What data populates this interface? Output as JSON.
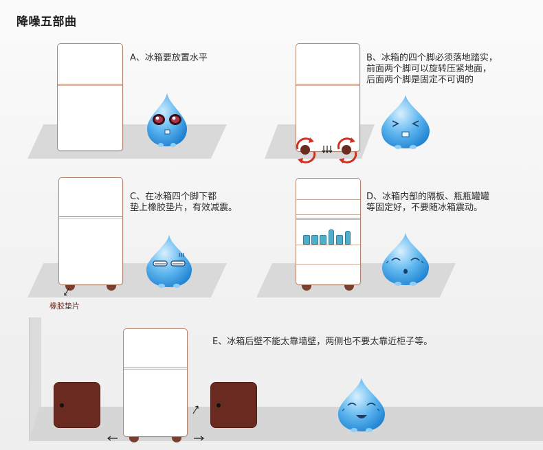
{
  "title": "降噪五部曲",
  "steps": {
    "a": {
      "text": "A、冰箱要放置水平"
    },
    "b": {
      "line1": "B、冰箱的四个脚必须落地踏实，",
      "line2": "前面两个脚可以旋转压紧地面，",
      "line3": "后面两个脚是固定不可调的"
    },
    "c": {
      "line1": "C、在冰箱四个脚下都",
      "line2": "垫上橡胶垫片，有效减震。",
      "pad_label": "橡胶垫片"
    },
    "d": {
      "line1": "D、冰箱内部的隔板、瓶瓶罐罐",
      "line2": "等固定好，不要随冰箱震动。"
    },
    "e": {
      "text": "E、冰箱后壁不能太靠墙壁，两侧也不要太靠近柜子等。"
    }
  },
  "colors": {
    "fridge_outline": "#b6846c",
    "cabinet": "#6a2a1f",
    "drop_blue": "#3d9be0",
    "floor": "#d9d9d9",
    "rotate_arrow": "#d2301f"
  },
  "icons": [
    "water-drop-mascot-icon",
    "rotate-arrow-icon",
    "down-arrow-icon",
    "left-arrow-icon",
    "right-arrow-icon"
  ]
}
